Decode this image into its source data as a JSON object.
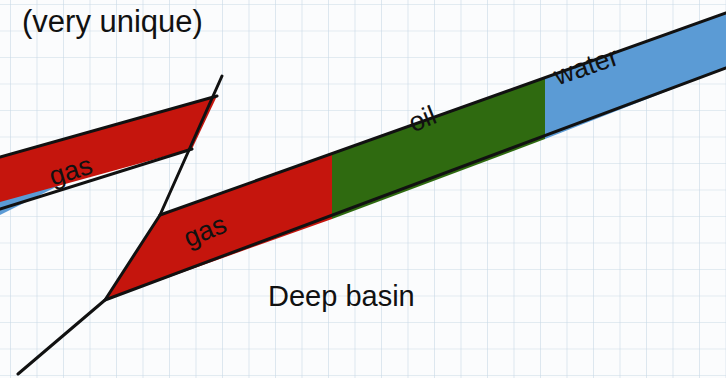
{
  "diagram": {
    "nodes": [
      {
        "text": [
          "gas"
        ]
      },
      {
        "text": [
          "gas"
        ]
      },
      {
        "text": [
          "oil"
        ]
      },
      {
        "text": [
          "water"
        ]
      }
    ],
    "labels": [
      "(very unique)",
      "Deep basin"
    ]
  }
}
